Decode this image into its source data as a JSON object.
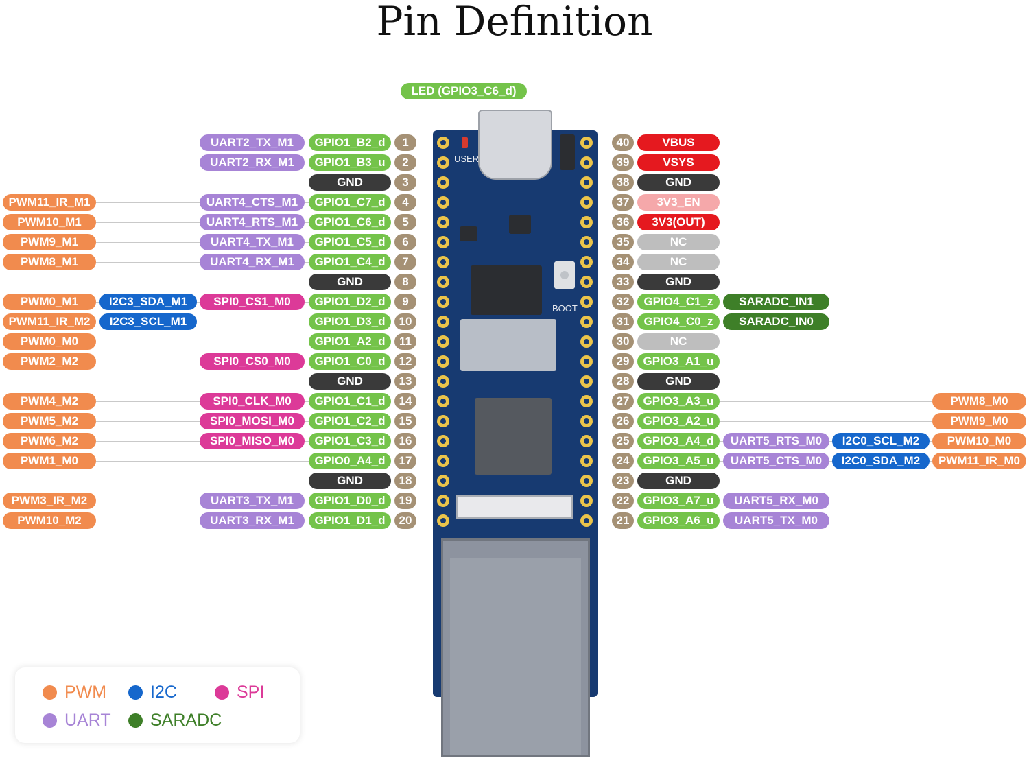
{
  "title": "Pin Definition",
  "led_label": "LED (GPIO3_C6_d)",
  "board_silkscreen": {
    "user": "USER",
    "boot": "BOOT"
  },
  "colors": {
    "PWM": "#f18b4e",
    "I2C": "#1667cc",
    "SPI": "#dc3a98",
    "UART": "#a784d6",
    "SARADC": "#3e7f28",
    "GPIO": "#74c34a",
    "GND": "#3a3a3a",
    "POWER": "#e5191f",
    "ENABLE": "#f5a8aa",
    "NC": "#bebebe",
    "PIN_NUMBER": "#a59175"
  },
  "legend": [
    {
      "label": "PWM",
      "color": "#f18b4e"
    },
    {
      "label": "I2C",
      "color": "#1667cc"
    },
    {
      "label": "SPI",
      "color": "#dc3a98"
    },
    {
      "label": "UART",
      "color": "#a784d6"
    },
    {
      "label": "SARADC",
      "color": "#3e7f28"
    }
  ],
  "left_pins": [
    {
      "pin": "1",
      "name": "GPIO1_B2_d",
      "kind": "gpio",
      "uart": "UART2_TX_M1"
    },
    {
      "pin": "2",
      "name": "GPIO1_B3_u",
      "kind": "gpio",
      "uart": "UART2_RX_M1"
    },
    {
      "pin": "3",
      "name": "GND",
      "kind": "gnd"
    },
    {
      "pin": "4",
      "name": "GPIO1_C7_d",
      "kind": "gpio",
      "uart": "UART4_CTS_M1",
      "pwm": "PWM11_IR_M1"
    },
    {
      "pin": "5",
      "name": "GPIO1_C6_d",
      "kind": "gpio",
      "uart": "UART4_RTS_M1",
      "pwm": "PWM10_M1"
    },
    {
      "pin": "6",
      "name": "GPIO1_C5_d",
      "kind": "gpio",
      "uart": "UART4_TX_M1",
      "pwm": "PWM9_M1"
    },
    {
      "pin": "7",
      "name": "GPIO1_C4_d",
      "kind": "gpio",
      "uart": "UART4_RX_M1",
      "pwm": "PWM8_M1"
    },
    {
      "pin": "8",
      "name": "GND",
      "kind": "gnd"
    },
    {
      "pin": "9",
      "name": "GPIO1_D2_d",
      "kind": "gpio",
      "spi": "SPI0_CS1_M0",
      "i2c": "I2C3_SDA_M1",
      "pwm": "PWM0_M1"
    },
    {
      "pin": "10",
      "name": "GPIO1_D3_d",
      "kind": "gpio",
      "i2c": "I2C3_SCL_M1",
      "pwm": "PWM11_IR_M2"
    },
    {
      "pin": "11",
      "name": "GPIO1_A2_d",
      "kind": "gpio",
      "pwm": "PWM0_M0"
    },
    {
      "pin": "12",
      "name": "GPIO1_C0_d",
      "kind": "gpio",
      "spi": "SPI0_CS0_M0",
      "pwm": "PWM2_M2"
    },
    {
      "pin": "13",
      "name": "GND",
      "kind": "gnd"
    },
    {
      "pin": "14",
      "name": "GPIO1_C1_d",
      "kind": "gpio",
      "spi": "SPI0_CLK_M0",
      "pwm": "PWM4_M2"
    },
    {
      "pin": "15",
      "name": "GPIO1_C2_d",
      "kind": "gpio",
      "spi": "SPI0_MOSI_M0",
      "pwm": "PWM5_M2"
    },
    {
      "pin": "16",
      "name": "GPIO1_C3_d",
      "kind": "gpio",
      "spi": "SPI0_MISO_M0",
      "pwm": "PWM6_M2"
    },
    {
      "pin": "17",
      "name": "GPIO0_A4_d",
      "kind": "gpio",
      "pwm": "PWM1_M0"
    },
    {
      "pin": "18",
      "name": "GND",
      "kind": "gnd"
    },
    {
      "pin": "19",
      "name": "GPIO1_D0_d",
      "kind": "gpio",
      "uart": "UART3_TX_M1",
      "pwm": "PWM3_IR_M2"
    },
    {
      "pin": "20",
      "name": "GPIO1_D1_d",
      "kind": "gpio",
      "uart": "UART3_RX_M1",
      "pwm": "PWM10_M2"
    }
  ],
  "right_pins": [
    {
      "pin": "40",
      "name": "VBUS",
      "kind": "power"
    },
    {
      "pin": "39",
      "name": "VSYS",
      "kind": "power"
    },
    {
      "pin": "38",
      "name": "GND",
      "kind": "gnd"
    },
    {
      "pin": "37",
      "name": "3V3_EN",
      "kind": "enable"
    },
    {
      "pin": "36",
      "name": "3V3(OUT)",
      "kind": "power"
    },
    {
      "pin": "35",
      "name": "NC",
      "kind": "nc"
    },
    {
      "pin": "34",
      "name": "NC",
      "kind": "nc"
    },
    {
      "pin": "33",
      "name": "GND",
      "kind": "gnd"
    },
    {
      "pin": "32",
      "name": "GPIO4_C1_z",
      "kind": "gpio",
      "adc": "SARADC_IN1"
    },
    {
      "pin": "31",
      "name": "GPIO4_C0_z",
      "kind": "gpio",
      "adc": "SARADC_IN0"
    },
    {
      "pin": "30",
      "name": "NC",
      "kind": "nc"
    },
    {
      "pin": "29",
      "name": "GPIO3_A1_u",
      "kind": "gpio"
    },
    {
      "pin": "28",
      "name": "GND",
      "kind": "gnd"
    },
    {
      "pin": "27",
      "name": "GPIO3_A3_u",
      "kind": "gpio",
      "pwm": "PWM8_M0"
    },
    {
      "pin": "26",
      "name": "GPIO3_A2_u",
      "kind": "gpio",
      "pwm": "PWM9_M0"
    },
    {
      "pin": "25",
      "name": "GPIO3_A4_d",
      "kind": "gpio",
      "uart": "UART5_RTS_M0",
      "i2c": "I2C0_SCL_M2",
      "pwm": "PWM10_M0"
    },
    {
      "pin": "24",
      "name": "GPIO3_A5_u",
      "kind": "gpio",
      "uart": "UART5_CTS_M0",
      "i2c": "I2C0_SDA_M2",
      "pwm": "PWM11_IR_M0"
    },
    {
      "pin": "23",
      "name": "GND",
      "kind": "gnd"
    },
    {
      "pin": "22",
      "name": "GPIO3_A7_u",
      "kind": "gpio",
      "uart": "UART5_RX_M0"
    },
    {
      "pin": "21",
      "name": "GPIO3_A6_u",
      "kind": "gpio",
      "uart": "UART5_TX_M0"
    }
  ]
}
